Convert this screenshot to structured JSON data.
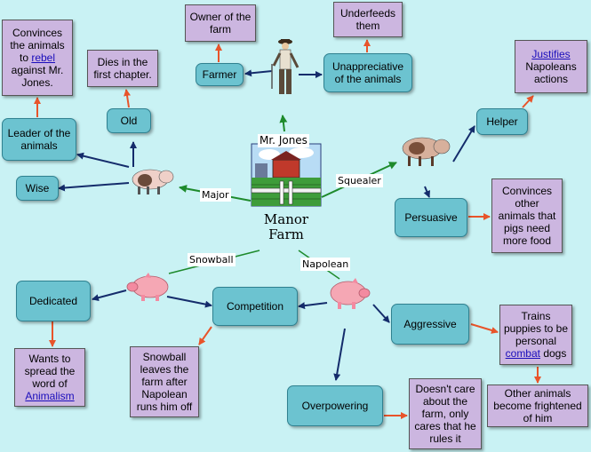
{
  "center": {
    "caption": "Mr. Jones",
    "line1": "Manor",
    "line2": "Farm"
  },
  "edge_labels": {
    "major": "Major",
    "squealer": "Squealer",
    "snowball": "Snowball",
    "napolean": "Napolean"
  },
  "nodes": {
    "convinces_rebel": {
      "before": "Convinces the animals to ",
      "link": "rebel",
      "after": " against Mr. Jones."
    },
    "dies_first": "Dies in the first chapter.",
    "owner_farm": "Owner of the farm",
    "underfeeds": "Underfeeds them",
    "justifies": {
      "link": "Justifies",
      "after": " Napoleans actions"
    },
    "leader": "Leader of the animals",
    "old": "Old",
    "farmer": "Farmer",
    "unappreciative": "Unappreciative of the animals",
    "helper": "Helper",
    "wise": "Wise",
    "persuasive": "Persuasive",
    "convinces_food": "Convinces other animals that pigs need more food",
    "dedicated": "Dedicated",
    "competition": "Competition",
    "aggressive": "Aggressive",
    "trains": {
      "before": "Trains puppies to be personal ",
      "link": "combat",
      "after": " dogs"
    },
    "spread": {
      "before": "Wants to spread the word of ",
      "link": "Animalism",
      "after": ""
    },
    "snowball_leaves": "Snowball leaves the farm after Napolean runs him off",
    "overpowering": "Overpowering",
    "doesnt_care": "Doesn't care about the farm, only cares that he rules it",
    "others_frightened": "Other animals become frightened of him"
  },
  "colors": {
    "background": "#c9f2f4",
    "teal_node": "#6cc3d0",
    "lavender_node": "#ccb6e0",
    "arrow_navy": "#142c6b",
    "arrow_orange": "#e8542a",
    "arrow_green": "#1e8a2c",
    "link": "#1a0dbb"
  }
}
